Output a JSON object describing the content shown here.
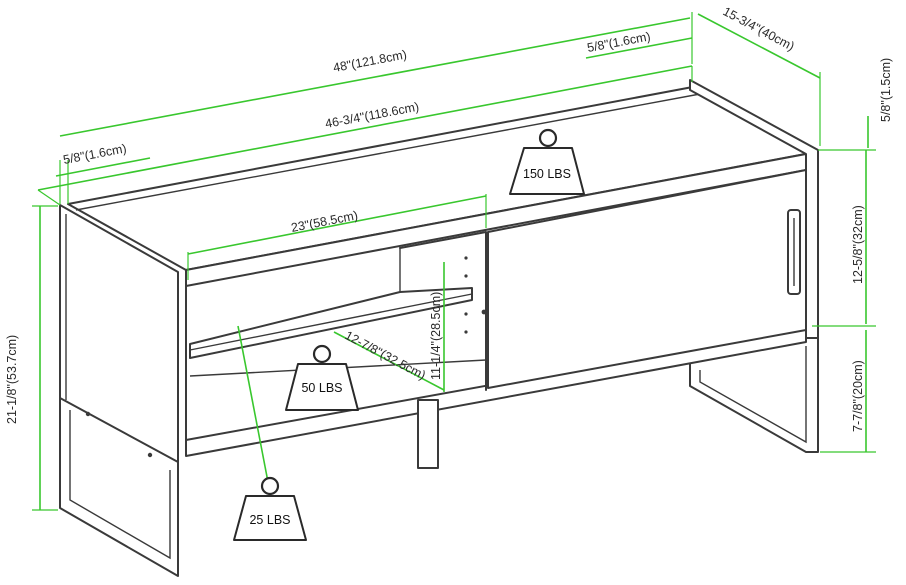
{
  "dimensions": {
    "overall_width": "48\"(121.8cm)",
    "inner_width": "46-3/4\"(118.6cm)",
    "side_thickness_left": "5/8\"(1.6cm)",
    "side_thickness_right": "5/8\"(1.6cm)",
    "depth": "15-3/4\"(40cm)",
    "top_thickness": "5/8\"(1.5cm)",
    "upper_height": "12-5/8\"(32cm)",
    "lower_height": "7-7/8\"(20cm)",
    "total_height": "21-1/8\"(53.7cm)",
    "shelf_width": "23\"(58.5cm)",
    "shelf_depth": "12-7/8\"(32.5cm)",
    "shelf_height": "11-1/4\"(28.5cm)"
  },
  "weights": {
    "top": "150 LBS",
    "shelf": "50 LBS",
    "bottom": "25 LBS"
  },
  "colors": {
    "dimension_line": "#39c72e",
    "outline": "#3a3a3a"
  },
  "icons": {
    "weight": "weight-icon"
  }
}
